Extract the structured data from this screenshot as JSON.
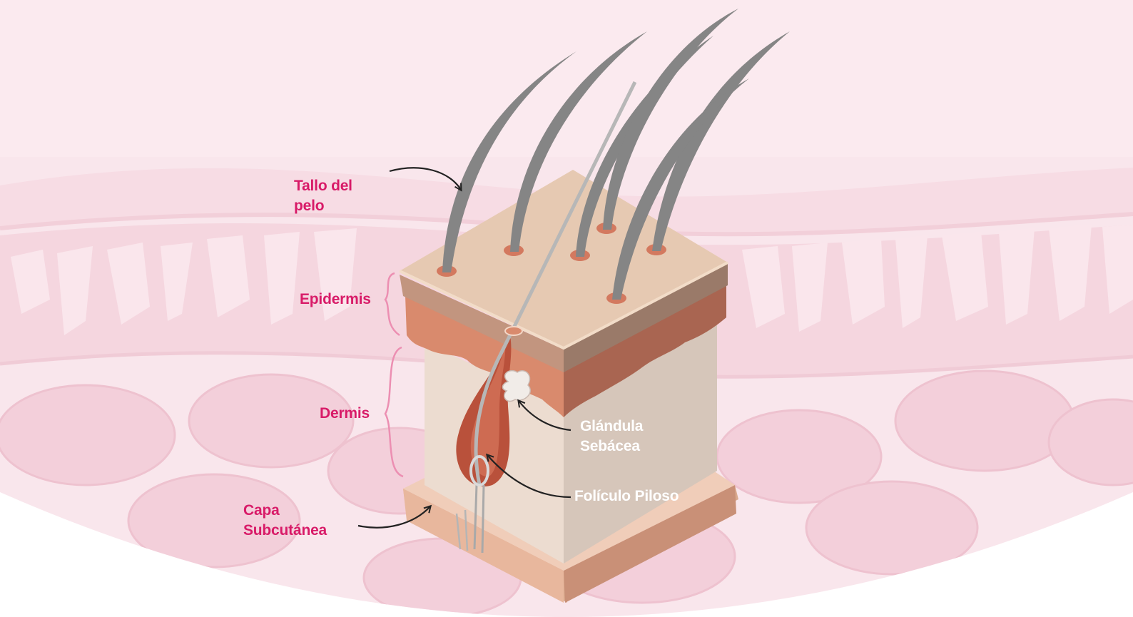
{
  "labels": {
    "tallo_line1": "Tallo del",
    "tallo_line2": "pelo",
    "epidermis": "Epidermis",
    "dermis": "Dermis",
    "capa_line1": "Capa",
    "capa_line2": "Subcutánea",
    "glandula_line1": "Glándula",
    "glandula_line2": "Sebácea",
    "foliculo": "Folículo Piloso"
  },
  "colors": {
    "label_pink": "#d81b68",
    "label_white": "#ffffff",
    "background_tissue": "#f8e4ea",
    "hair": "#858585"
  }
}
